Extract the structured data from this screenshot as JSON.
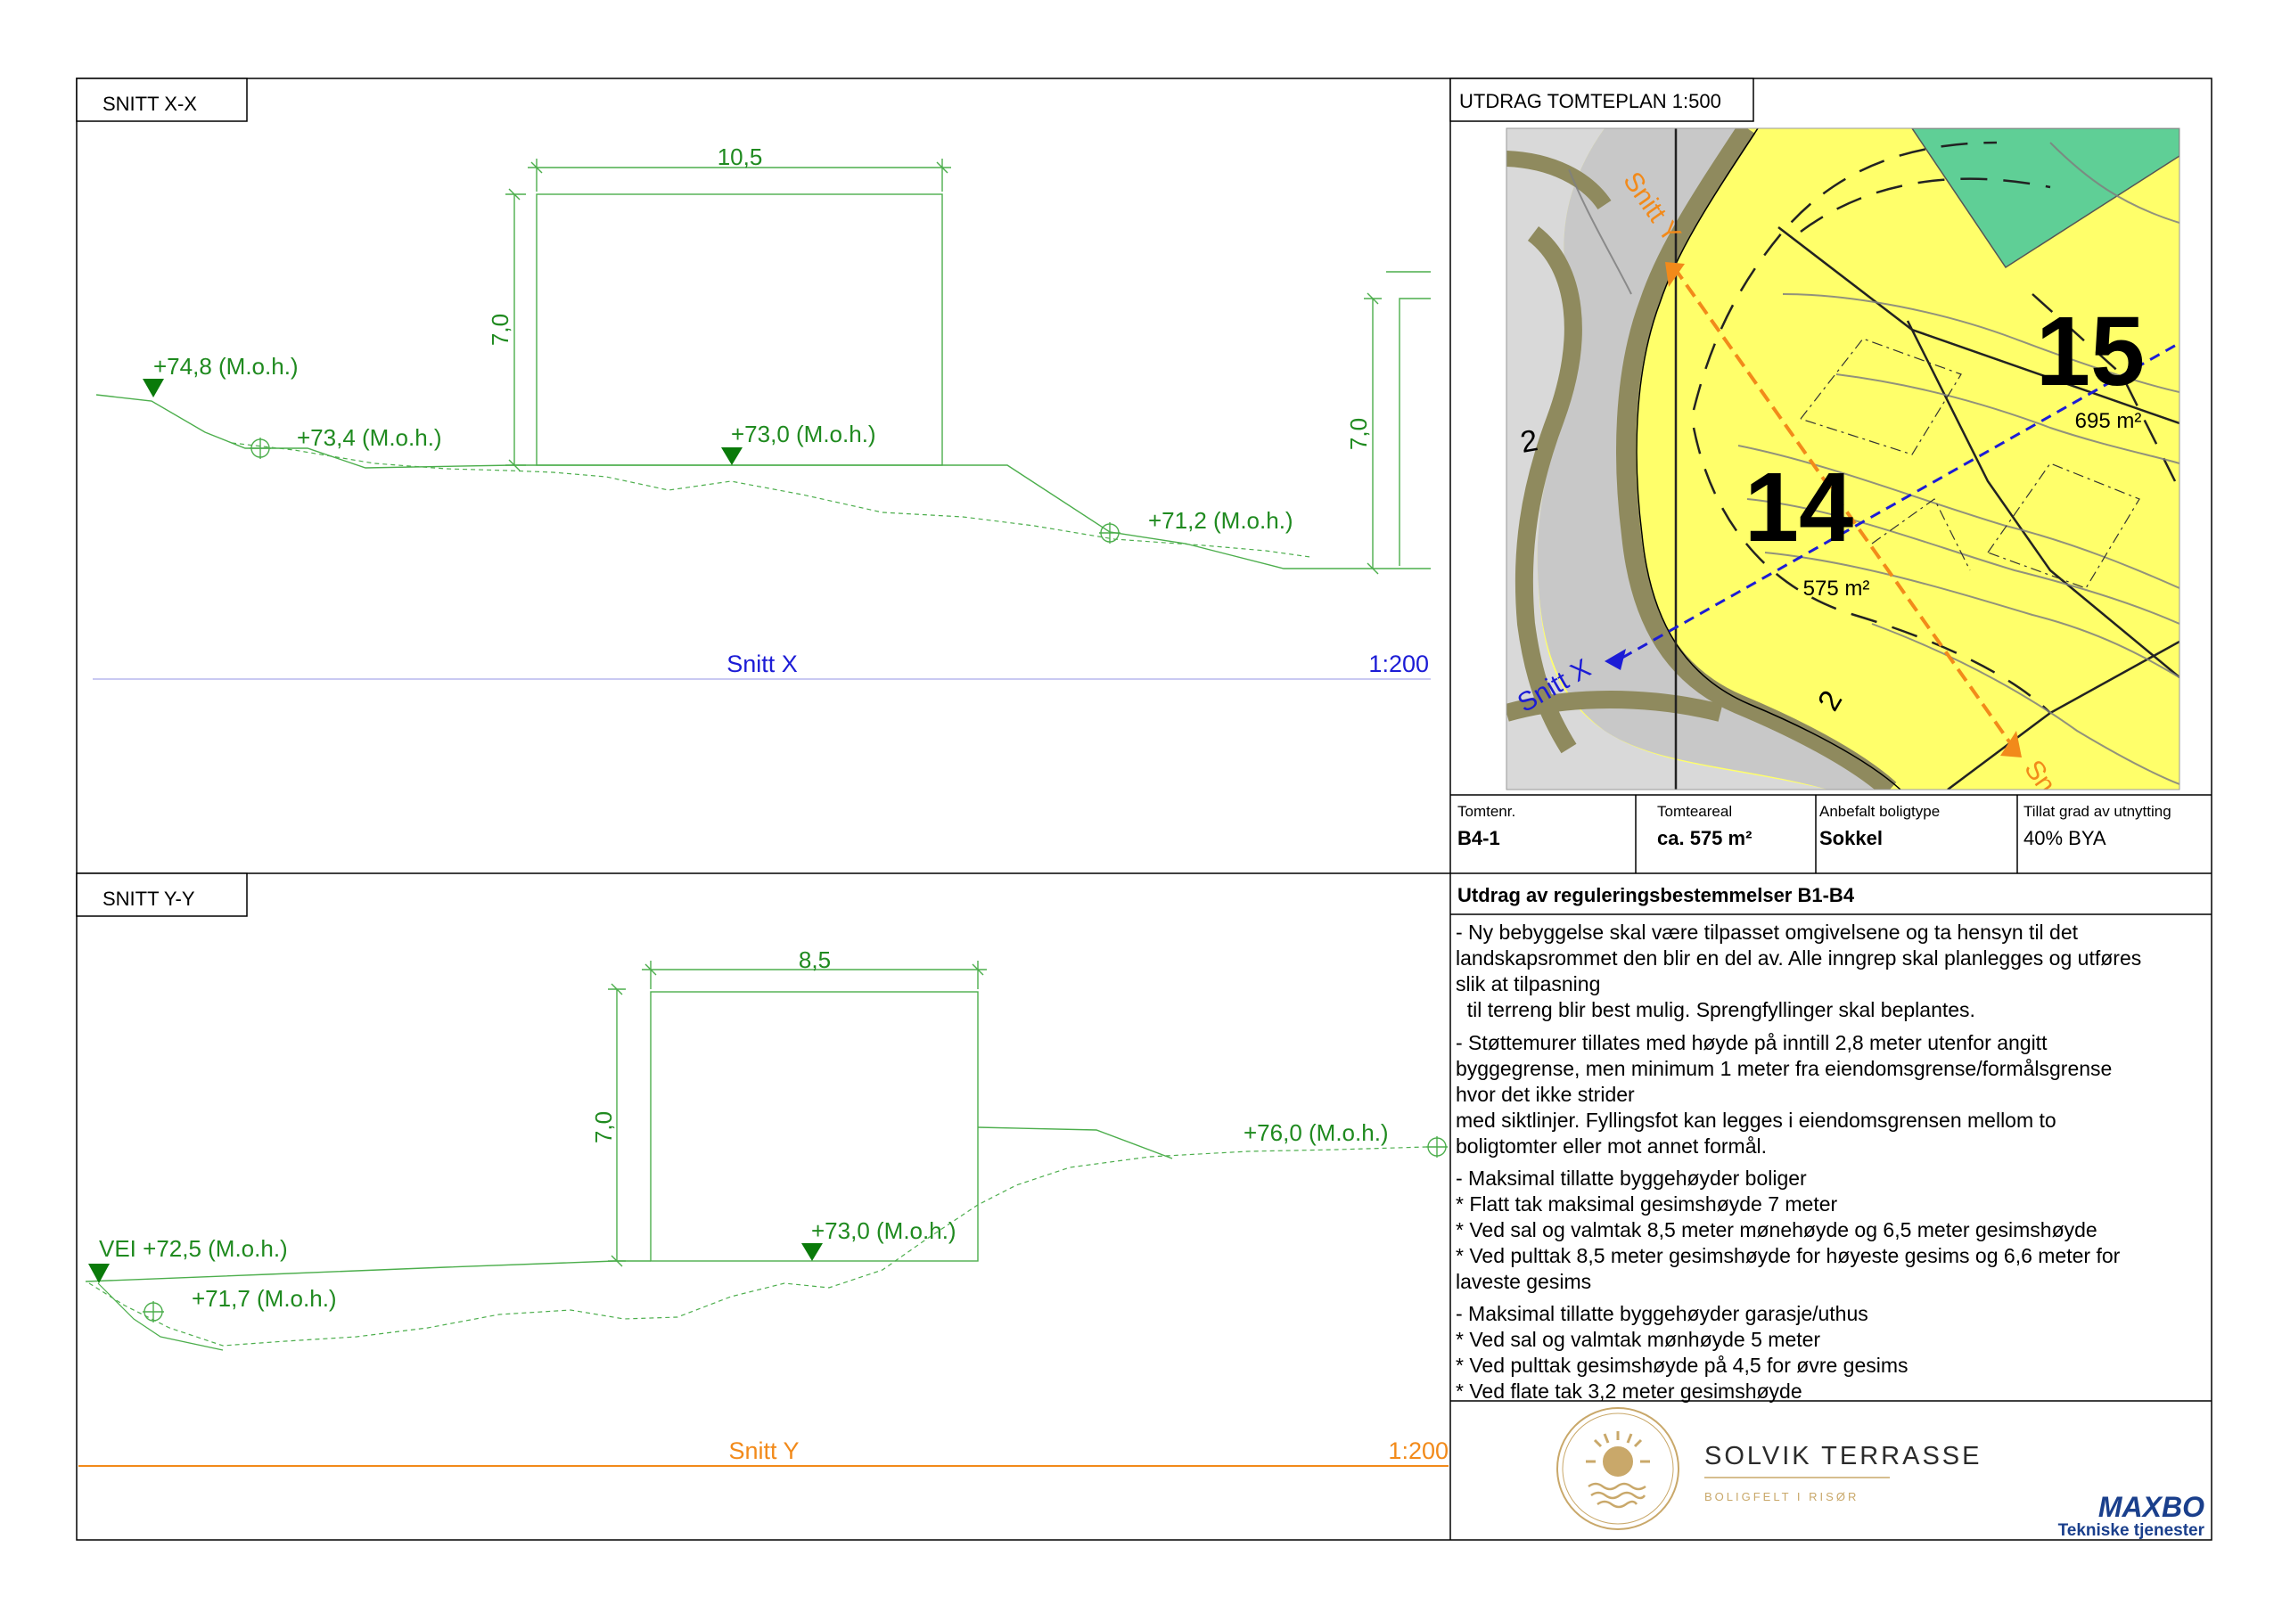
{
  "section_x": {
    "title": "SNITT X-X",
    "dim_width": "10,5",
    "dim_height": "7,0",
    "dim_height_right": "7,0",
    "level_1": "+74,8 (M.o.h.)",
    "level_2": "+73,4 (M.o.h.)",
    "level_3": "+73,0 (M.o.h.)",
    "level_4": "+71,2 (M.o.h.)",
    "label": "Snitt X",
    "scale": "1:200"
  },
  "section_y": {
    "title": "SNITT Y-Y",
    "dim_width": "8,5",
    "dim_height": "7,0",
    "level_1": "VEI +72,5 (M.o.h.)",
    "level_2": "+71,7 (M.o.h.)",
    "level_3": "+73,0 (M.o.h.)",
    "level_4": "+76,0 (M.o.h.)",
    "label": "Snitt Y",
    "scale": "1:200"
  },
  "site_plan": {
    "title": "UTDRAG TOMTEPLAN 1:500",
    "plot_14": "14",
    "plot_15": "15",
    "area_14": "575 m²",
    "area_15": "695 m²",
    "label_snitt_x": "Snitt X",
    "label_snitt_y": "Snitt Y",
    "label_snitt_y_end": "Sn",
    "label_2a": "2",
    "label_2b": "2"
  },
  "plot_info": {
    "headers": [
      "Tomtenr.",
      "Tomteareal",
      "Anbefalt boligtype",
      "Tillat grad av utnytting"
    ],
    "values": [
      "B4-1",
      "ca. 575 m²",
      "Sokkel",
      "40% BYA"
    ]
  },
  "regulations": {
    "title": "Utdrag av reguleringsbestemmelser B1-B4",
    "lines": [
      "- Ny bebyggelse skal være tilpasset omgivelsene og ta hensyn til det",
      "landskapsrommet den blir en del av. Alle inngrep skal planlegges og utføres",
      "slik at tilpasning",
      "  til terreng blir best mulig. Sprengfyllinger skal beplantes.",
      "- Støttemurer tillates med høyde på inntill 2,8 meter utenfor angitt",
      "byggegrense, men minimum 1 meter fra eiendomsgrense/formålsgrense",
      "hvor det ikke strider",
      "med siktlinjer. Fyllingsfot kan legges i eiendomsgrensen mellom to",
      "boligtomter eller mot annet formål.",
      "- Maksimal tillatte byggehøyder boliger",
      "* Flatt tak maksimal gesimshøyde 7 meter",
      "* Ved sal og valmtak 8,5 meter mønehøyde og 6,5 meter gesimshøyde",
      "* Ved pulttak 8,5 meter gesimshøyde for høyeste gesims og 6,6 meter for",
      "laveste gesims",
      "- Maksimal tillatte byggehøyder garasje/uthus",
      "* Ved sal og valmtak mønhøyde 5 meter",
      "* Ved pulttak gesimshøyde på 4,5 for øvre gesims",
      "* Ved flate tak 3,2 meter gesimshøyde"
    ]
  },
  "branding": {
    "project_name": "SOLVIK TERRASSE",
    "project_tagline": "BOLIGFELT I RISØR",
    "company_logo": "MAXBO",
    "company_sub": "Tekniske tjenester"
  },
  "colors": {
    "section_green": "#1f8a1f",
    "snitt_x_blue": "#1c1cd6",
    "snitt_y_orange": "#f28a1a",
    "plot_yellow": "#ffff6a",
    "road_grey": "#c8c8c8",
    "green_area": "#5fcf96",
    "road_edge": "#8f8a5e",
    "brand_gold": "#c9a86a",
    "maxbo_blue": "#1a3f8c"
  }
}
